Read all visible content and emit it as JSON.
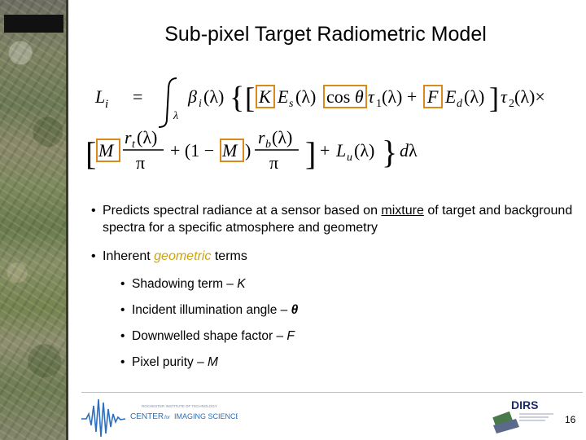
{
  "title": "Sub-pixel Target Radiometric Model",
  "bullets": {
    "b1_pre": "Predicts spectral radiance at a sensor based on ",
    "b1_mixture": "mixture",
    "b1_post": " of target and background spectra for a specific atmosphere and geometry",
    "b2_pre": "Inherent ",
    "b2_geo": "geometric",
    "b2_post": " terms",
    "subs": [
      {
        "text": "Shadowing term – ",
        "sym": "K"
      },
      {
        "text": "Incident illumination angle – ",
        "sym": "θ"
      },
      {
        "text": "Downwelled shape factor – ",
        "sym": "F"
      },
      {
        "text": "Pixel purity – ",
        "sym": "M"
      }
    ]
  },
  "footer": {
    "cis_small": "ROCHESTER INSTITUTE OF TECHNOLOGY",
    "cis_center": "CENTER",
    "cis_for": "for",
    "cis_imaging": "IMAGING SCIENCE",
    "dirs": "DIRS",
    "page_number": "16"
  },
  "colors": {
    "box": "#d98a1e",
    "geometric": "#c8a415",
    "cis_blue": "#2a6fc0"
  }
}
